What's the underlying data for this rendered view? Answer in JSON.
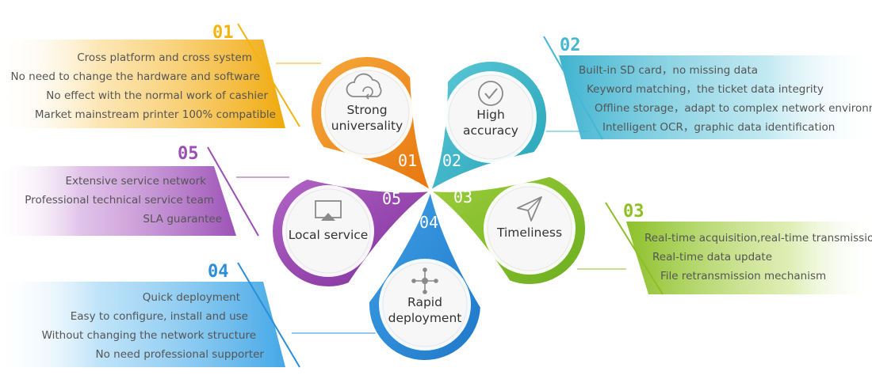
{
  "segments": [
    {
      "number": "01",
      "petal_number": "01",
      "title_lines": [
        "Strong",
        "universality"
      ],
      "color": "#e8760e",
      "color_light": "#f6a93b",
      "label_color": "#f2b40d",
      "band_light": "#fbd37a",
      "band_dark": "#f0a90c",
      "icon": "cloud-sync-icon",
      "features": [
        "Cross platform and cross system",
        "No need to change the hardware and software",
        "No effect with the normal work of cashier",
        "Market mainstream printer 100% compatible"
      ]
    },
    {
      "number": "02",
      "petal_number": "02",
      "title_lines": [
        "High",
        "accuracy"
      ],
      "color": "#24a3b7",
      "color_light": "#5cc8d8",
      "label_color": "#45b7d2",
      "band_light": "#8fd7e6",
      "band_dark": "#3fb3cf",
      "icon": "checkmark-circle-icon",
      "features": [
        "Built-in SD card，no missing data",
        "Keyword matching，the ticket data integrity",
        "Offline storage，adapt to complex network environment",
        "Intelligent OCR，graphic data identification"
      ]
    },
    {
      "number": "03",
      "petal_number": "03",
      "title_lines": [
        "Timeliness"
      ],
      "color": "#6cae1f",
      "color_light": "#9ccd3b",
      "label_color": "#8dbf23",
      "band_light": "#c4e07a",
      "band_dark": "#8cc02a",
      "icon": "paper-plane-icon",
      "features": [
        "Real-time acquisition,real-time transmission",
        "Real-time data update",
        "File retransmission mechanism"
      ]
    },
    {
      "number": "04",
      "petal_number": "04",
      "title_lines": [
        "Rapid",
        "deployment"
      ],
      "color": "#1f78c8",
      "color_light": "#3fa0e8",
      "label_color": "#2a8fd8",
      "band_light": "#8ccdf4",
      "band_dark": "#45a8e6",
      "icon": "network-nodes-icon",
      "features": [
        "Quick deployment",
        "Easy to configure, install and use",
        "Without changing the network structure",
        "No need professional supporter"
      ]
    },
    {
      "number": "05",
      "petal_number": "05",
      "title_lines": [
        "Local service"
      ],
      "color": "#7d2f9a",
      "color_light": "#b264c6",
      "label_color": "#9b4fb4",
      "band_light": "#c992d8",
      "band_dark": "#9c52b6",
      "icon": "screen-cast-icon",
      "features": [
        "Extensive service network",
        "Professional technical service team",
        "SLA guarantee"
      ]
    }
  ]
}
